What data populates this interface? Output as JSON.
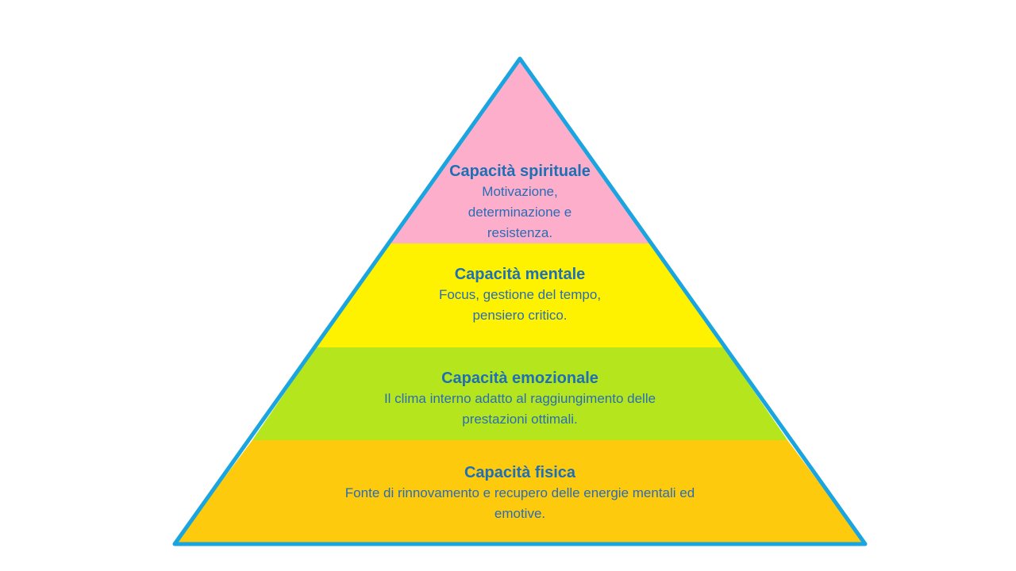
{
  "colors": {
    "outline": "#1aa5e0",
    "spirituale": "#fdaecb",
    "mentale": "#fff200",
    "emozionale": "#b5e61d",
    "fisica": "#fdca0d",
    "text": "#1f6fb5"
  },
  "levels": {
    "spirituale": {
      "title": "Capacità spirituale",
      "desc_lines": [
        "Motivazione,",
        "determinazione e",
        "resistenza."
      ]
    },
    "mentale": {
      "title": "Capacità mentale",
      "desc_lines": [
        "Focus, gestione del tempo,",
        "pensiero critico."
      ]
    },
    "emozionale": {
      "title": "Capacità emozionale",
      "desc_lines": [
        "Il clima interno adatto al raggiungimento delle",
        "prestazioni ottimali."
      ]
    },
    "fisica": {
      "title": "Capacità fisica",
      "desc_lines": [
        "Fonte di rinnovamento e recupero delle energie mentali ed",
        "emotive."
      ]
    }
  }
}
